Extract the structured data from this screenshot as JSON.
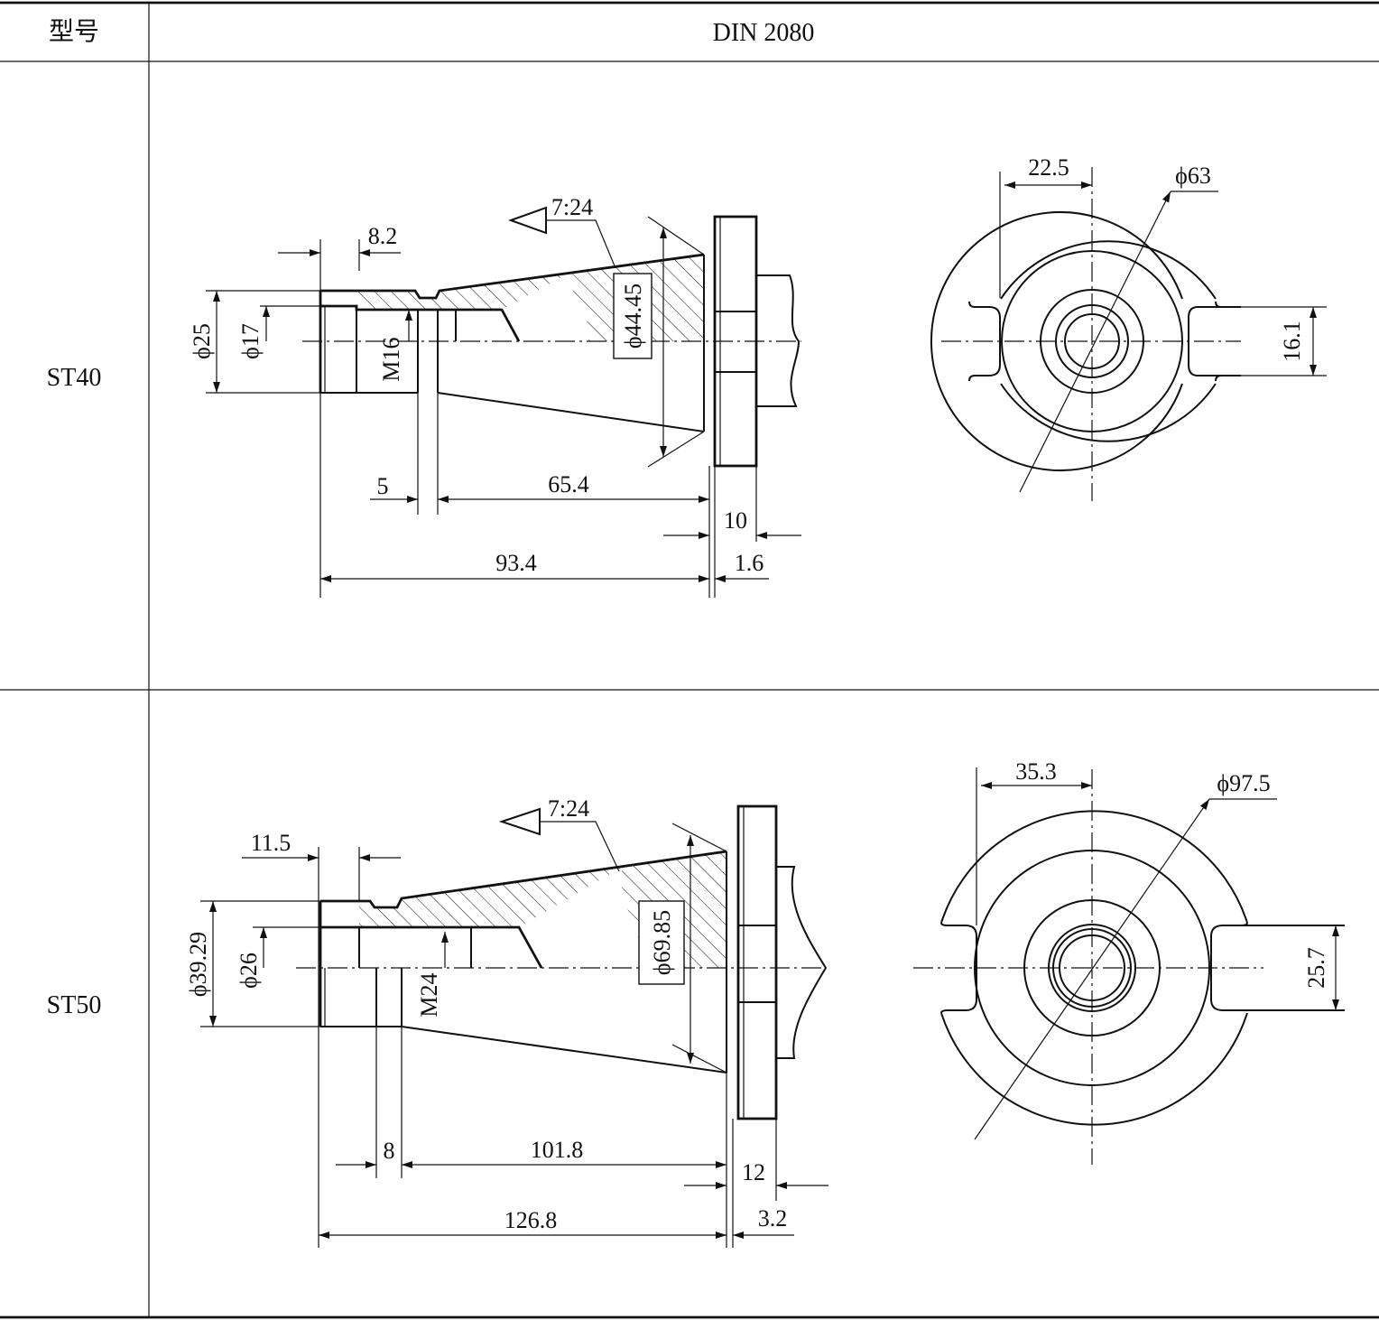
{
  "table": {
    "header_model": "型号",
    "header_standard": "DIN 2080"
  },
  "rows": [
    {
      "model": "ST40",
      "taper": "7:24",
      "side_dims": [
        "8.2",
        "ϕ25",
        "ϕ17",
        "M16",
        "ϕ44.45",
        "5",
        "65.4",
        "10",
        "93.4",
        "1.6"
      ],
      "end_dims": [
        "22.5",
        "ϕ63",
        "16.1"
      ]
    },
    {
      "model": "ST50",
      "taper": "7:24",
      "side_dims": [
        "11.5",
        "ϕ39.29",
        "ϕ26",
        "M24",
        "ϕ69.85",
        "8",
        "101.8",
        "12",
        "126.8",
        "3.2"
      ],
      "end_dims": [
        "35.3",
        "ϕ97.5",
        "25.7"
      ]
    }
  ]
}
